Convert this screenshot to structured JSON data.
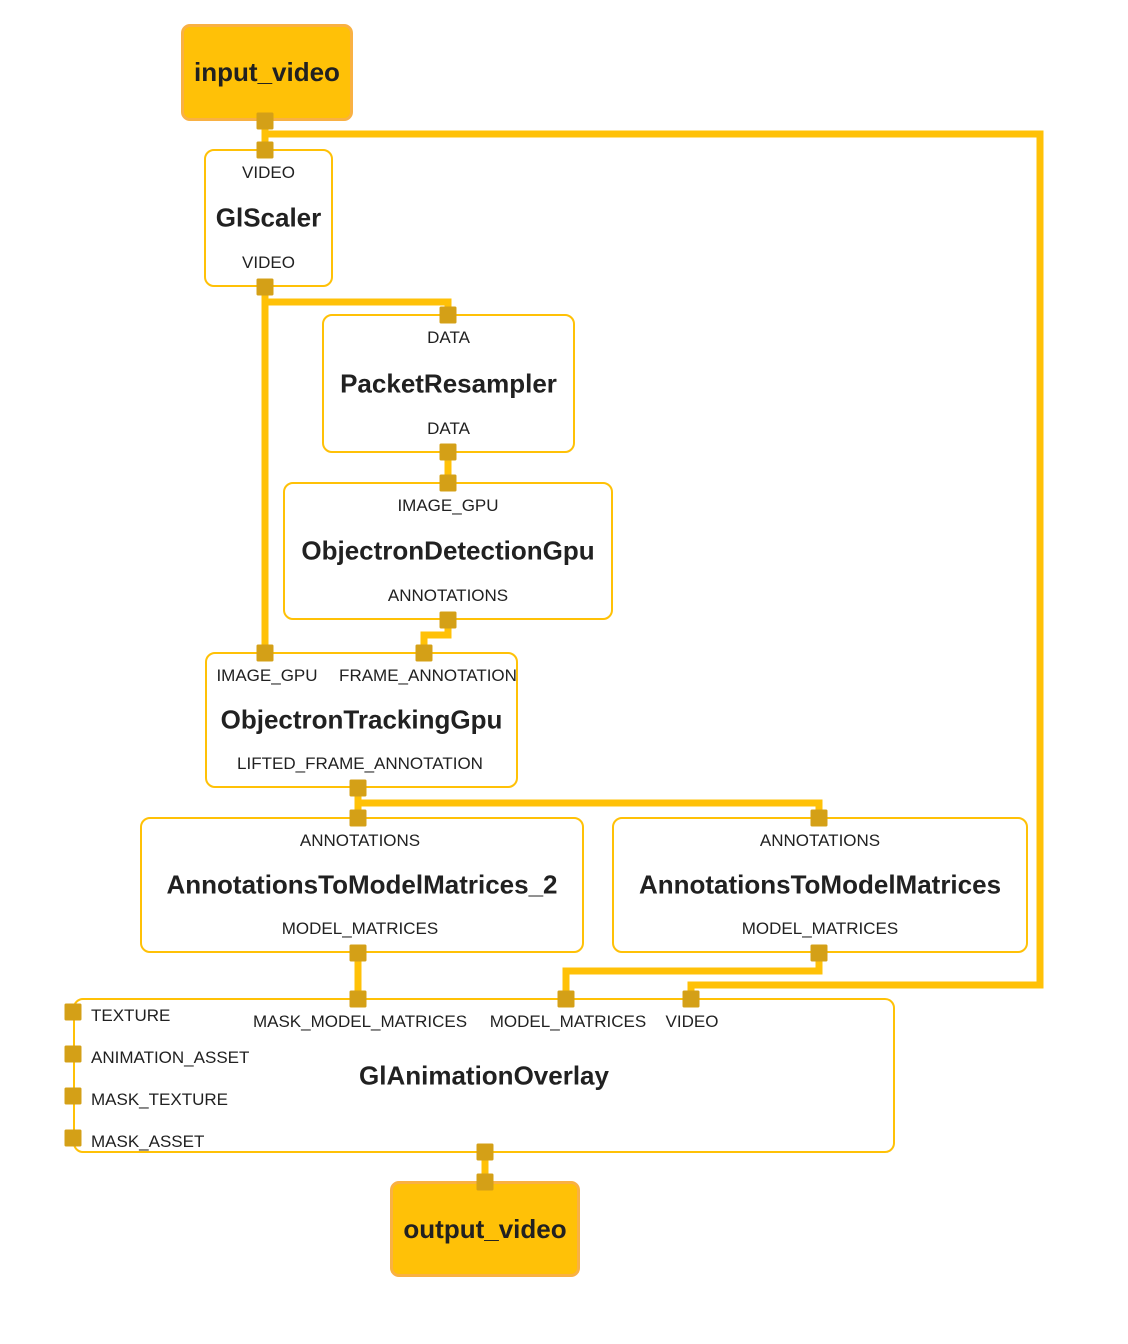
{
  "colors": {
    "edge": "#FFC107",
    "port": "#D4A017",
    "node_border": "#FFC107",
    "node_fill": "#ffffff",
    "io_fill": "#FFC107",
    "io_border": "#F9B143",
    "text": "#212121",
    "background": "#ffffff"
  },
  "nodes": {
    "input_video": {
      "label": "input_video"
    },
    "gl_scaler": {
      "title": "GlScaler",
      "top": [
        "VIDEO"
      ],
      "bottom": [
        "VIDEO"
      ]
    },
    "packet_resampler": {
      "title": "PacketResampler",
      "top": [
        "DATA"
      ],
      "bottom": [
        "DATA"
      ]
    },
    "objectron_detection_gpu": {
      "title": "ObjectronDetectionGpu",
      "top": [
        "IMAGE_GPU"
      ],
      "bottom": [
        "ANNOTATIONS"
      ]
    },
    "objectron_tracking_gpu": {
      "title": "ObjectronTrackingGpu",
      "top": [
        "IMAGE_GPU",
        "FRAME_ANNOTATION"
      ],
      "bottom": [
        "LIFTED_FRAME_ANNOTATION"
      ]
    },
    "annotations_to_model_matrices_2": {
      "title": "AnnotationsToModelMatrices_2",
      "top": [
        "ANNOTATIONS"
      ],
      "bottom": [
        "MODEL_MATRICES"
      ]
    },
    "annotations_to_model_matrices": {
      "title": "AnnotationsToModelMatrices",
      "top": [
        "ANNOTATIONS"
      ],
      "bottom": [
        "MODEL_MATRICES"
      ]
    },
    "gl_animation_overlay": {
      "title": "GlAnimationOverlay",
      "top": [
        "MASK_MODEL_MATRICES",
        "MODEL_MATRICES",
        "VIDEO"
      ],
      "left": [
        "TEXTURE",
        "ANIMATION_ASSET",
        "MASK_TEXTURE",
        "MASK_ASSET"
      ]
    },
    "output_video": {
      "label": "output_video"
    }
  }
}
